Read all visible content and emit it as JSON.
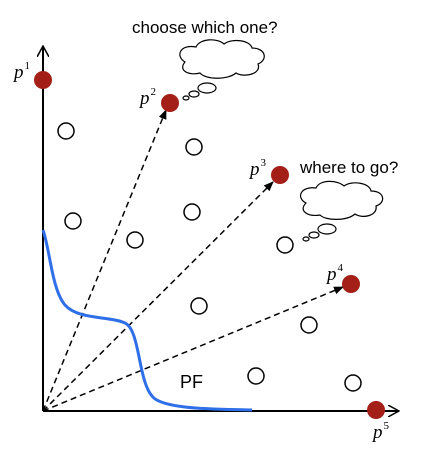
{
  "question_top": "choose which one?",
  "question_right": "where to go?",
  "front_label": "PF",
  "reference_points": [
    {
      "symbol": "p",
      "index": "1"
    },
    {
      "symbol": "p",
      "index": "2"
    },
    {
      "symbol": "p",
      "index": "3"
    },
    {
      "symbol": "p",
      "index": "4"
    },
    {
      "symbol": "p",
      "index": "5"
    }
  ],
  "colors": {
    "reference_point": "#a31f17",
    "front_curve": "#2f6fe8",
    "axis": "#000000",
    "solution": "#ffffff"
  }
}
